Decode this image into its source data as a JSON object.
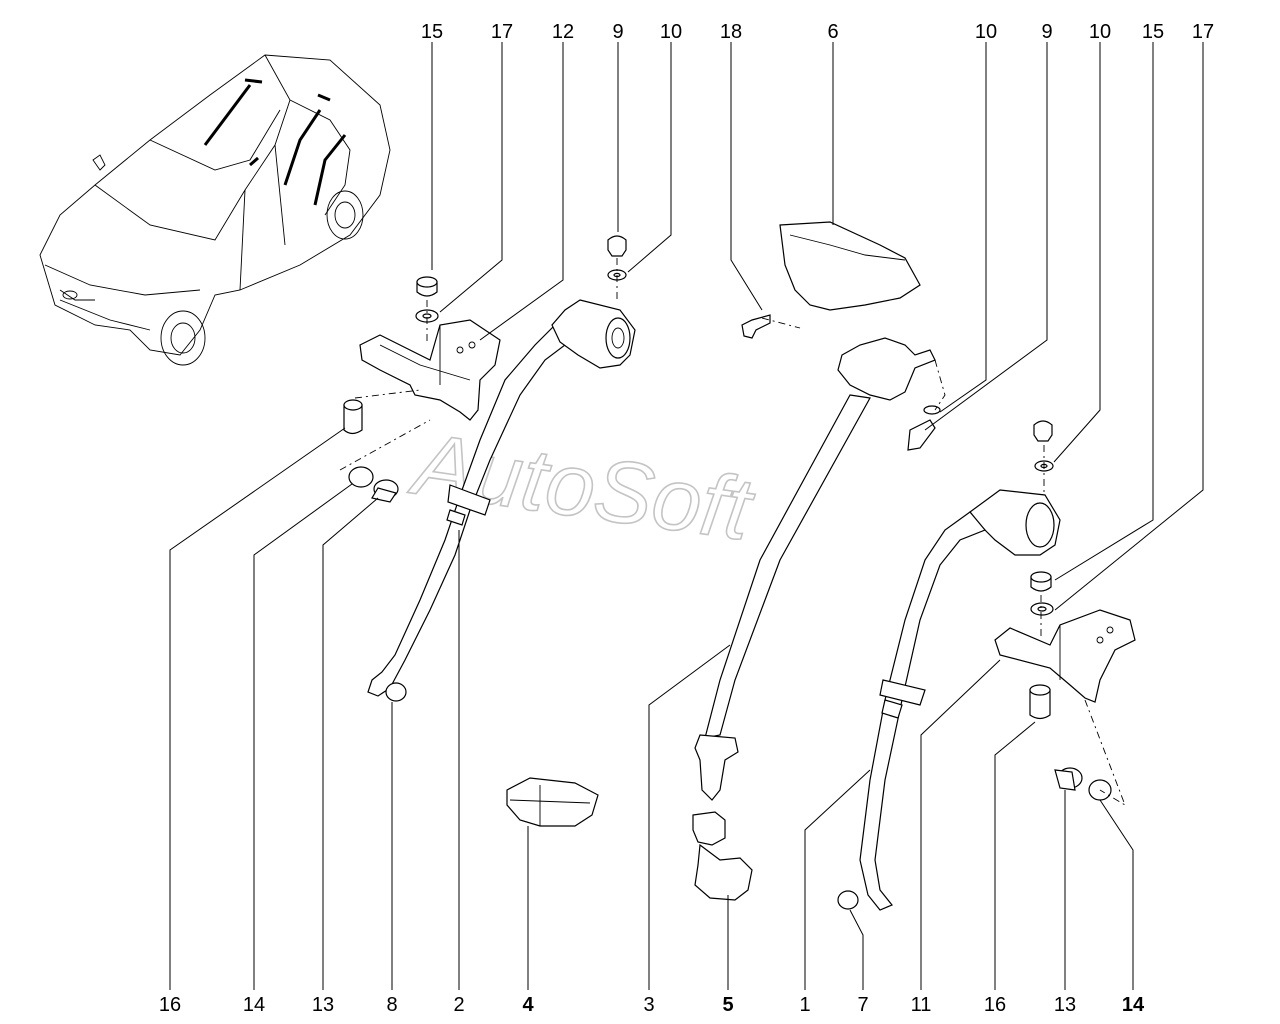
{
  "watermark": {
    "text": "AutoSoft"
  },
  "callouts_top": [
    {
      "id": "t15a",
      "label": "15"
    },
    {
      "id": "t17a",
      "label": "17"
    },
    {
      "id": "t12",
      "label": "12"
    },
    {
      "id": "t9a",
      "label": "9"
    },
    {
      "id": "t10a",
      "label": "10"
    },
    {
      "id": "t18",
      "label": "18"
    },
    {
      "id": "t6",
      "label": "6"
    },
    {
      "id": "t10b",
      "label": "10"
    },
    {
      "id": "t9b",
      "label": "9"
    },
    {
      "id": "t10c",
      "label": "10"
    },
    {
      "id": "t15b",
      "label": "15"
    },
    {
      "id": "t17b",
      "label": "17"
    }
  ],
  "callouts_bottom": [
    {
      "id": "b16a",
      "label": "16"
    },
    {
      "id": "b14a",
      "label": "14"
    },
    {
      "id": "b13a",
      "label": "13"
    },
    {
      "id": "b8",
      "label": "8"
    },
    {
      "id": "b2",
      "label": "2"
    },
    {
      "id": "b4",
      "label": "4",
      "bold": true
    },
    {
      "id": "b3",
      "label": "3"
    },
    {
      "id": "b5",
      "label": "5",
      "bold": true
    },
    {
      "id": "b1",
      "label": "1"
    },
    {
      "id": "b7",
      "label": "7"
    },
    {
      "id": "b11",
      "label": "11"
    },
    {
      "id": "b16b",
      "label": "16"
    },
    {
      "id": "b13b",
      "label": "13"
    },
    {
      "id": "b14b",
      "label": "14",
      "bold": true
    }
  ]
}
